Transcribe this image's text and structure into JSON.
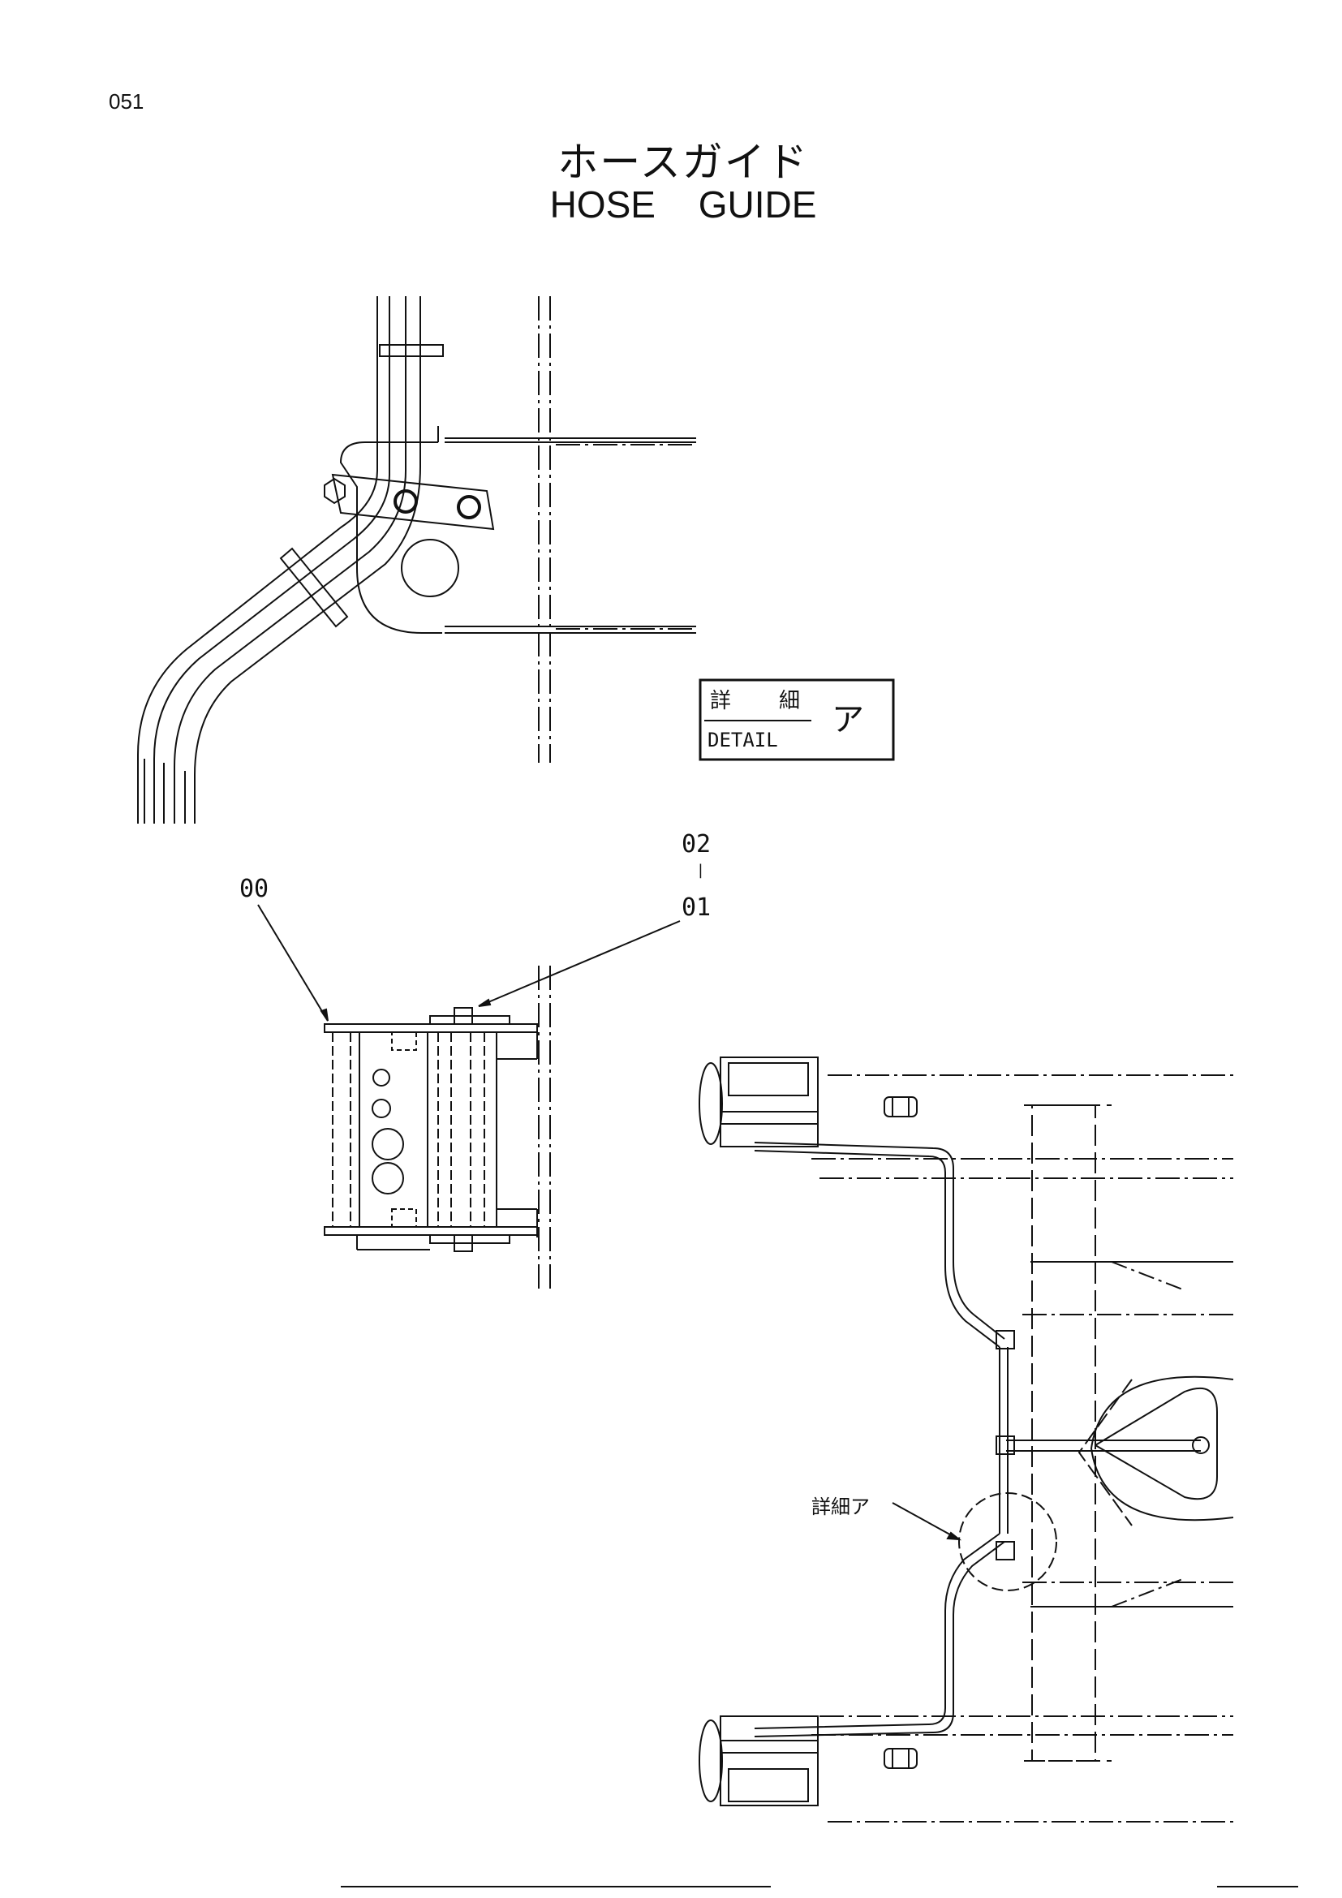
{
  "page": {
    "number": "051"
  },
  "title": {
    "japanese": "ホースガイド",
    "english": "HOSE GUIDE"
  },
  "detail_box": {
    "jp_label_1": "詳",
    "jp_label_2": "細",
    "en_label": "DETAIL",
    "mark": "ア"
  },
  "callouts": {
    "part_00": "00",
    "part_02": "02",
    "separator": "|",
    "part_01": "01",
    "detail_ref": "詳細ア"
  }
}
